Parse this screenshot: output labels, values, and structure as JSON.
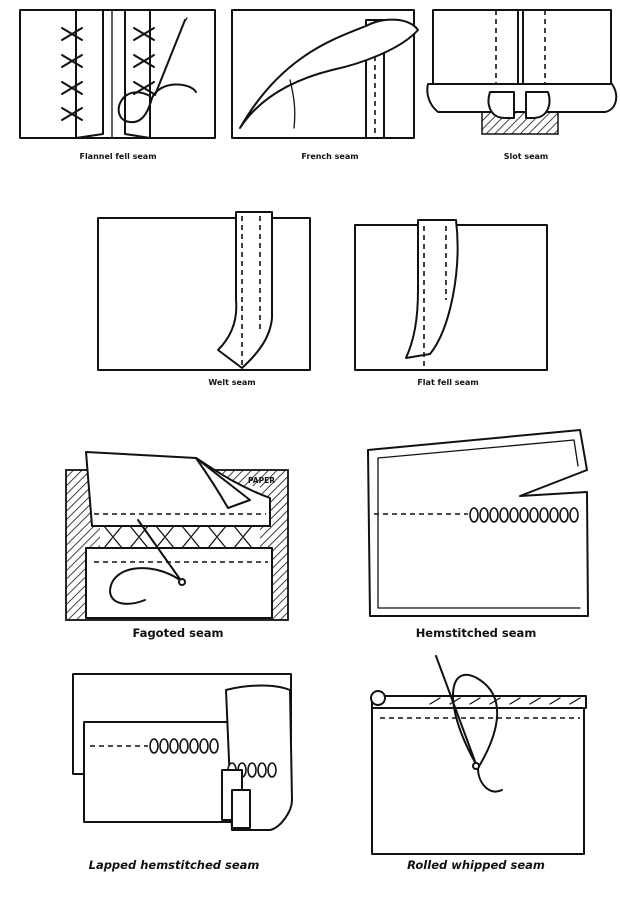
{
  "figures": [
    {
      "id": "flannel-fell",
      "caption": "Flannel fell seam"
    },
    {
      "id": "french",
      "caption": "French seam"
    },
    {
      "id": "slot",
      "caption": "Slot seam"
    },
    {
      "id": "welt",
      "caption": "Welt seam"
    },
    {
      "id": "flat-fell",
      "caption": "Flat fell seam"
    },
    {
      "id": "fagoted",
      "caption": "Fagoted seam",
      "inner_label": "PAPER"
    },
    {
      "id": "hemstitched",
      "caption": "Hemstitched seam"
    },
    {
      "id": "lapped-hemstitched",
      "caption": "Lapped hemstitched  seam"
    },
    {
      "id": "rolled-whipped",
      "caption": "Rolled whipped seam"
    }
  ]
}
